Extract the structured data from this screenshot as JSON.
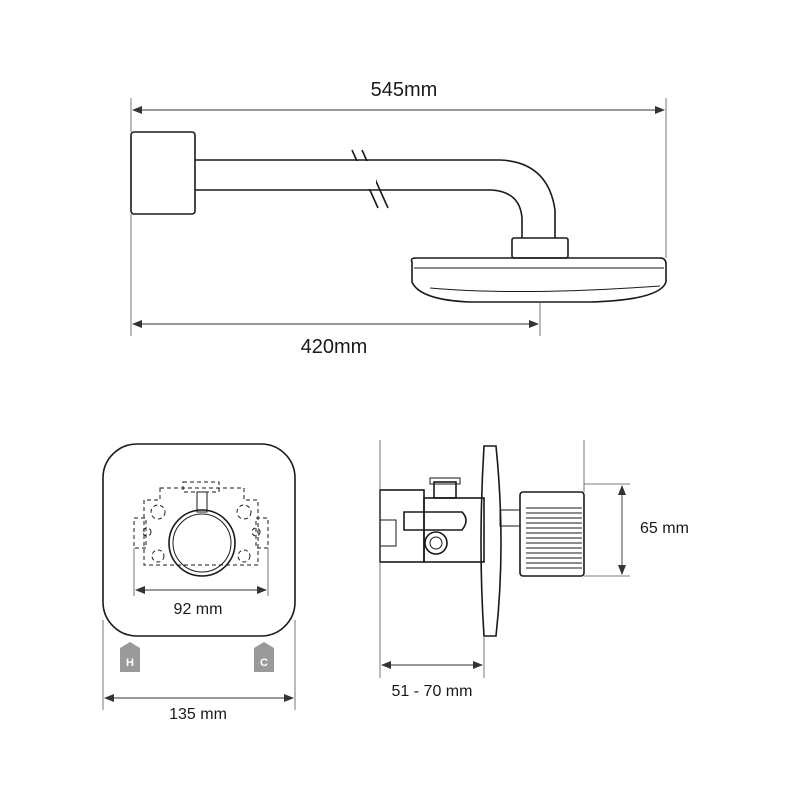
{
  "dimensions": {
    "overall_length": "545mm",
    "arm_projection": "420mm",
    "valve_height": "65 mm",
    "plate_centres": "92 mm",
    "plate_width": "135 mm",
    "wall_depth": "51 - 70 mm"
  },
  "badges": {
    "hot": "H",
    "cold": "C"
  },
  "colors": {
    "line": "#1a1a1a",
    "badge": "#9a9a9a"
  }
}
